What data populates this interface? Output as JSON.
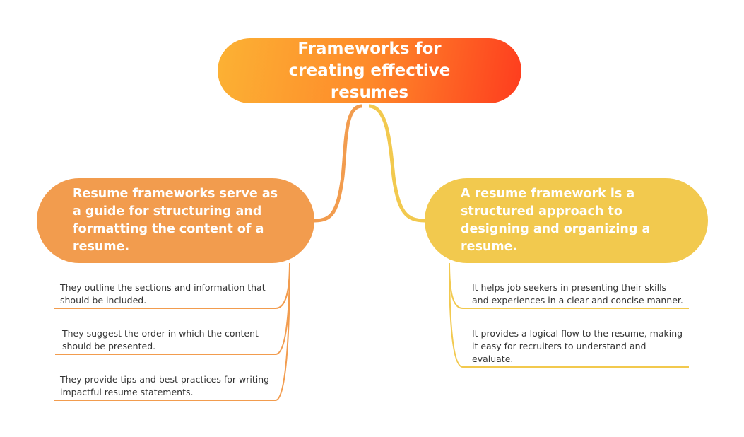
{
  "root": {
    "title": "Frameworks for creating effective resumes"
  },
  "branches": [
    {
      "title": "Resume frameworks serve as a guide for structuring and formatting the content of a resume.",
      "color": "#f29c4e",
      "children": [
        "They outline the sections and information that should be included.",
        "They suggest the order in which the content should be presented.",
        "They provide tips and best practices for writing impactful resume statements."
      ]
    },
    {
      "title": "A resume framework is a structured approach to designing and organizing a resume.",
      "color": "#f2c94e",
      "children": [
        "It helps job seekers in presenting their skills and experiences in a clear and concise manner.",
        "It provides a logical flow to the resume, making it easy for recruiters to understand and evaluate."
      ]
    }
  ]
}
